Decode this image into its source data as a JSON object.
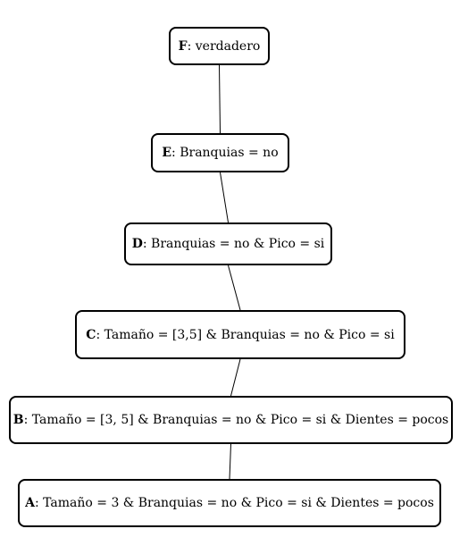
{
  "nodes": [
    {
      "id": "f",
      "key": "F",
      "text": ": verdadero"
    },
    {
      "id": "e",
      "key": "E",
      "text": ": Branquias = no"
    },
    {
      "id": "d",
      "key": "D",
      "text": ": Branquias = no & Pico = si"
    },
    {
      "id": "c",
      "key": "C",
      "text": ": Tamaño = [3,5] & Branquias = no & Pico = si"
    },
    {
      "id": "b",
      "key": "B",
      "text": ": Tamaño = [3, 5] & Branquias = no & Pico = si & Dientes = pocos"
    },
    {
      "id": "a",
      "key": "A",
      "text": ": Tamaño = 3 & Branquias = no & Pico = si & Dientes = pocos"
    }
  ],
  "edges": [
    {
      "from": "f",
      "to": "e"
    },
    {
      "from": "e",
      "to": "d"
    },
    {
      "from": "d",
      "to": "c"
    },
    {
      "from": "c",
      "to": "b"
    },
    {
      "from": "b",
      "to": "a"
    }
  ]
}
